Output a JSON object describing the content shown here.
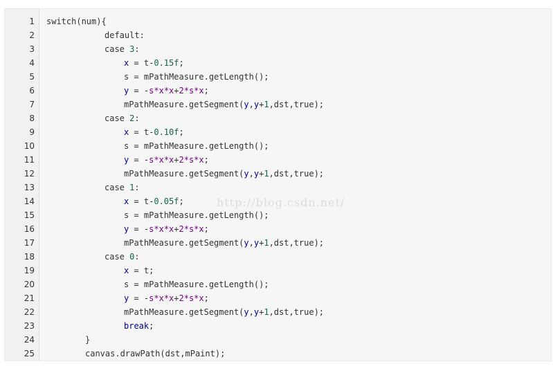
{
  "code": {
    "watermark": "http://blog.csdn.net/",
    "lines": [
      {
        "n": "1",
        "indent": 0,
        "tokens": [
          {
            "t": "switch(num){",
            "c": "plain"
          }
        ]
      },
      {
        "n": "2",
        "indent": 12,
        "tokens": [
          {
            "t": "default:",
            "c": "plain"
          }
        ]
      },
      {
        "n": "3",
        "indent": 12,
        "tokens": [
          {
            "t": "case ",
            "c": "plain"
          },
          {
            "t": "3",
            "c": "num"
          },
          {
            "t": ":",
            "c": "plain"
          }
        ]
      },
      {
        "n": "4",
        "indent": 16,
        "tokens": [
          {
            "t": "x",
            "c": "var"
          },
          {
            "t": " = t-",
            "c": "plain"
          },
          {
            "t": "0.15f",
            "c": "num"
          },
          {
            "t": ";",
            "c": "plain"
          }
        ]
      },
      {
        "n": "5",
        "indent": 16,
        "tokens": [
          {
            "t": "s = mPathMeasure.getLength();",
            "c": "plain"
          }
        ]
      },
      {
        "n": "6",
        "indent": 16,
        "tokens": [
          {
            "t": "y",
            "c": "var"
          },
          {
            "t": " = -",
            "c": "plain"
          },
          {
            "t": "s*x*x",
            "c": "mul"
          },
          {
            "t": "+",
            "c": "plain"
          },
          {
            "t": "2*s*x",
            "c": "mul"
          },
          {
            "t": ";",
            "c": "plain"
          }
        ]
      },
      {
        "n": "7",
        "indent": 16,
        "tokens": [
          {
            "t": "mPathMeasure.getSegment(",
            "c": "plain"
          },
          {
            "t": "y",
            "c": "var"
          },
          {
            "t": ",",
            "c": "plain"
          },
          {
            "t": "y",
            "c": "var"
          },
          {
            "t": "+",
            "c": "plain"
          },
          {
            "t": "1",
            "c": "num"
          },
          {
            "t": ",dst,true);",
            "c": "plain"
          }
        ]
      },
      {
        "n": "8",
        "indent": 12,
        "tokens": [
          {
            "t": "case ",
            "c": "plain"
          },
          {
            "t": "2",
            "c": "num"
          },
          {
            "t": ":",
            "c": "plain"
          }
        ]
      },
      {
        "n": "9",
        "indent": 16,
        "tokens": [
          {
            "t": "x",
            "c": "var"
          },
          {
            "t": " = t-",
            "c": "plain"
          },
          {
            "t": "0.10f",
            "c": "num"
          },
          {
            "t": ";",
            "c": "plain"
          }
        ]
      },
      {
        "n": "10",
        "indent": 16,
        "tokens": [
          {
            "t": "s = mPathMeasure.getLength();",
            "c": "plain"
          }
        ]
      },
      {
        "n": "11",
        "indent": 16,
        "tokens": [
          {
            "t": "y",
            "c": "var"
          },
          {
            "t": " = -",
            "c": "plain"
          },
          {
            "t": "s*x*x",
            "c": "mul"
          },
          {
            "t": "+",
            "c": "plain"
          },
          {
            "t": "2*s*x",
            "c": "mul"
          },
          {
            "t": ";",
            "c": "plain"
          }
        ]
      },
      {
        "n": "12",
        "indent": 16,
        "tokens": [
          {
            "t": "mPathMeasure.getSegment(",
            "c": "plain"
          },
          {
            "t": "y",
            "c": "var"
          },
          {
            "t": ",",
            "c": "plain"
          },
          {
            "t": "y",
            "c": "var"
          },
          {
            "t": "+",
            "c": "plain"
          },
          {
            "t": "1",
            "c": "num"
          },
          {
            "t": ",dst,true);",
            "c": "plain"
          }
        ]
      },
      {
        "n": "13",
        "indent": 12,
        "tokens": [
          {
            "t": "case ",
            "c": "plain"
          },
          {
            "t": "1",
            "c": "num"
          },
          {
            "t": ":",
            "c": "plain"
          }
        ]
      },
      {
        "n": "14",
        "indent": 16,
        "tokens": [
          {
            "t": "x",
            "c": "var"
          },
          {
            "t": " = t-",
            "c": "plain"
          },
          {
            "t": "0.05f",
            "c": "num"
          },
          {
            "t": ";",
            "c": "plain"
          }
        ]
      },
      {
        "n": "15",
        "indent": 16,
        "tokens": [
          {
            "t": "s = mPathMeasure.getLength();",
            "c": "plain"
          }
        ]
      },
      {
        "n": "16",
        "indent": 16,
        "tokens": [
          {
            "t": "y",
            "c": "var"
          },
          {
            "t": " = -",
            "c": "plain"
          },
          {
            "t": "s*x*x",
            "c": "mul"
          },
          {
            "t": "+",
            "c": "plain"
          },
          {
            "t": "2*s*x",
            "c": "mul"
          },
          {
            "t": ";",
            "c": "plain"
          }
        ]
      },
      {
        "n": "17",
        "indent": 16,
        "tokens": [
          {
            "t": "mPathMeasure.getSegment(",
            "c": "plain"
          },
          {
            "t": "y",
            "c": "var"
          },
          {
            "t": ",",
            "c": "plain"
          },
          {
            "t": "y",
            "c": "var"
          },
          {
            "t": "+",
            "c": "plain"
          },
          {
            "t": "1",
            "c": "num"
          },
          {
            "t": ",dst,true);",
            "c": "plain"
          }
        ]
      },
      {
        "n": "18",
        "indent": 12,
        "tokens": [
          {
            "t": "case ",
            "c": "plain"
          },
          {
            "t": "0",
            "c": "num"
          },
          {
            "t": ":",
            "c": "plain"
          }
        ]
      },
      {
        "n": "19",
        "indent": 16,
        "tokens": [
          {
            "t": "x",
            "c": "var"
          },
          {
            "t": " = t;",
            "c": "plain"
          }
        ]
      },
      {
        "n": "20",
        "indent": 16,
        "tokens": [
          {
            "t": "s = mPathMeasure.getLength();",
            "c": "plain"
          }
        ]
      },
      {
        "n": "21",
        "indent": 16,
        "tokens": [
          {
            "t": "y",
            "c": "var"
          },
          {
            "t": " = -",
            "c": "plain"
          },
          {
            "t": "s*x*x",
            "c": "mul"
          },
          {
            "t": "+",
            "c": "plain"
          },
          {
            "t": "2*s*x",
            "c": "mul"
          },
          {
            "t": ";",
            "c": "plain"
          }
        ]
      },
      {
        "n": "22",
        "indent": 16,
        "tokens": [
          {
            "t": "mPathMeasure.getSegment(",
            "c": "plain"
          },
          {
            "t": "y",
            "c": "var"
          },
          {
            "t": ",",
            "c": "plain"
          },
          {
            "t": "y",
            "c": "var"
          },
          {
            "t": "+",
            "c": "plain"
          },
          {
            "t": "1",
            "c": "num"
          },
          {
            "t": ",dst,true);",
            "c": "plain"
          }
        ]
      },
      {
        "n": "23",
        "indent": 16,
        "tokens": [
          {
            "t": "break",
            "c": "var"
          },
          {
            "t": ";",
            "c": "plain"
          }
        ]
      },
      {
        "n": "24",
        "indent": 8,
        "tokens": [
          {
            "t": "}",
            "c": "plain"
          }
        ]
      },
      {
        "n": "25",
        "indent": 8,
        "tokens": [
          {
            "t": "canvas.drawPath(dst,mPaint);",
            "c": "plain"
          }
        ]
      }
    ]
  },
  "colors": {
    "background": "#f6f6f6",
    "number": "#116644",
    "variable": "#000088",
    "expression": "#770088",
    "text": "#333333"
  }
}
